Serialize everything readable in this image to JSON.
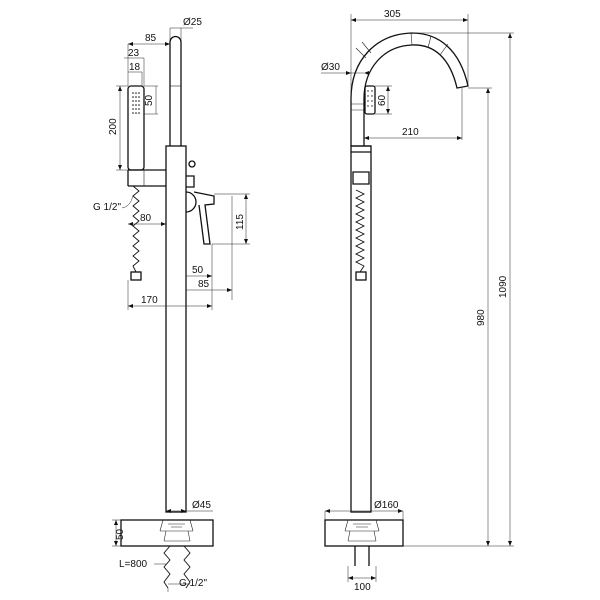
{
  "diagram": {
    "left_view": {
      "dimensions": {
        "spout_diameter": "Ø25",
        "width_85_top": "85",
        "width_23": "23",
        "width_18": "18",
        "handshower_head": "50",
        "handshower_length": "200",
        "inlet_thread": "G 1/2\"",
        "hose_offset": "80",
        "handle_height": "115",
        "handle_50": "50",
        "handle_85": "85",
        "total_width": "170",
        "column_diameter": "Ø45",
        "base_height": "50",
        "hose_length": "L=800",
        "bottom_thread": "G 1/2\""
      }
    },
    "right_view": {
      "dimensions": {
        "spout_reach_total": "305",
        "spout_tube_diameter": "Ø30",
        "shower_head": "60",
        "spout_reach": "210",
        "total_height": "1090",
        "outlet_height": "980",
        "base_diameter": "Ø160",
        "base_bottom": "100"
      }
    }
  }
}
